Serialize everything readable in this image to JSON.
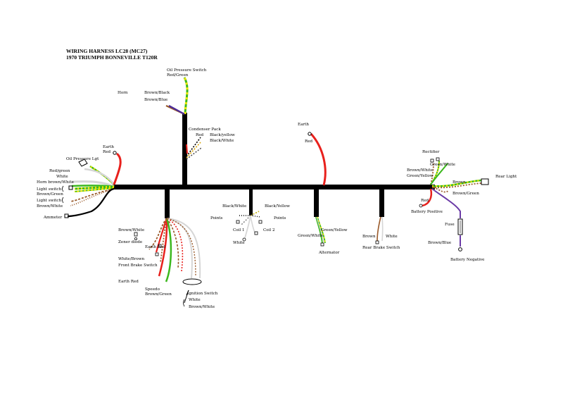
{
  "title": {
    "line1": "WIRING HARNESS LC28 (MC27)",
    "line2": "1970 TRIUMPH BONNEVILLE T120R"
  },
  "labels": {
    "oil_switch": "Oil Pressure Switch",
    "red_green_top": "Red/Green",
    "horn": "Horn",
    "brown_black": "Brown/Black",
    "brown_blue": "Brown/Blue",
    "condenser_pack": "Condenser Pack",
    "cond_red": "Red",
    "cond_black_yellow": "Black/yellow",
    "cond_black_white": "Black/White",
    "earth_left": "Earth",
    "red_left": "Red",
    "oil_pressure_lgt": "Oil Pressure Lgt",
    "red_green_left": "Red/green",
    "white_left": "White",
    "horn_brown_white": "Horn brown/White",
    "light_switch_1": "Light switch",
    "brown_green_left": "Brown/Green",
    "light_switch_2": "Light switch",
    "brown_white_left": "Brown/White",
    "ammeter": "Ammeter",
    "brown_white_lower": "Brown/White",
    "zener_diode": "Zener diode",
    "earth_red_1": "Earth Red",
    "white_brown": "White/Brown",
    "front_brake_switch": "Front Brake Switch",
    "earth_red_2": "Earth Red",
    "speedo": "Speedo",
    "brown_green_speedo": "Brown/Green",
    "ignition_switch": "Ignition Switch",
    "ign_white": "White",
    "ign_brown_white": "Brown/White",
    "black_white_coil": "Black/White",
    "black_yellow_coil": "Black/Yellow",
    "points_left": "Points",
    "points_right": "Points",
    "coil_1": "Coil 1",
    "coil_2": "Coil 2",
    "white_coil": "White",
    "earth_mid": "Earth",
    "red_mid": "Red",
    "green_white_alt": "Green/White",
    "green_yellow_alt": "Green/Yellow",
    "alternator": "Alternator",
    "brown_rb": "Brown",
    "white_rb": "White",
    "rear_brake_switch": "Rear Brake Switch",
    "rectifier": "Rectifier",
    "green_white_rect": "Green/White",
    "brown_white_rect": "Brown/White",
    "green_yellow_rect": "Green/Yellow",
    "brown_rear": "Brown",
    "brown_green_rear": "Brown/Green",
    "rear_light": "Rear Light",
    "red_rear": "Red",
    "battery_positive": "Battery Positive",
    "fuse": "Fuse",
    "brown_blue_rear": "Brown/Blue",
    "battery_negative": "Battery Negative"
  },
  "colors": {
    "harness": "#000000",
    "red": "#e8201c",
    "green": "#3cb81e",
    "yellow": "#ece600",
    "brown": "#9a5a2a",
    "white_wire": "#d6d6d6",
    "blue": "#4a2a9a",
    "purple": "#6a3aa6",
    "black": "#000000"
  },
  "icons": [
    "ring-terminal-icon",
    "spade-terminal-icon",
    "fuse-icon",
    "bullet-connector-icon"
  ]
}
